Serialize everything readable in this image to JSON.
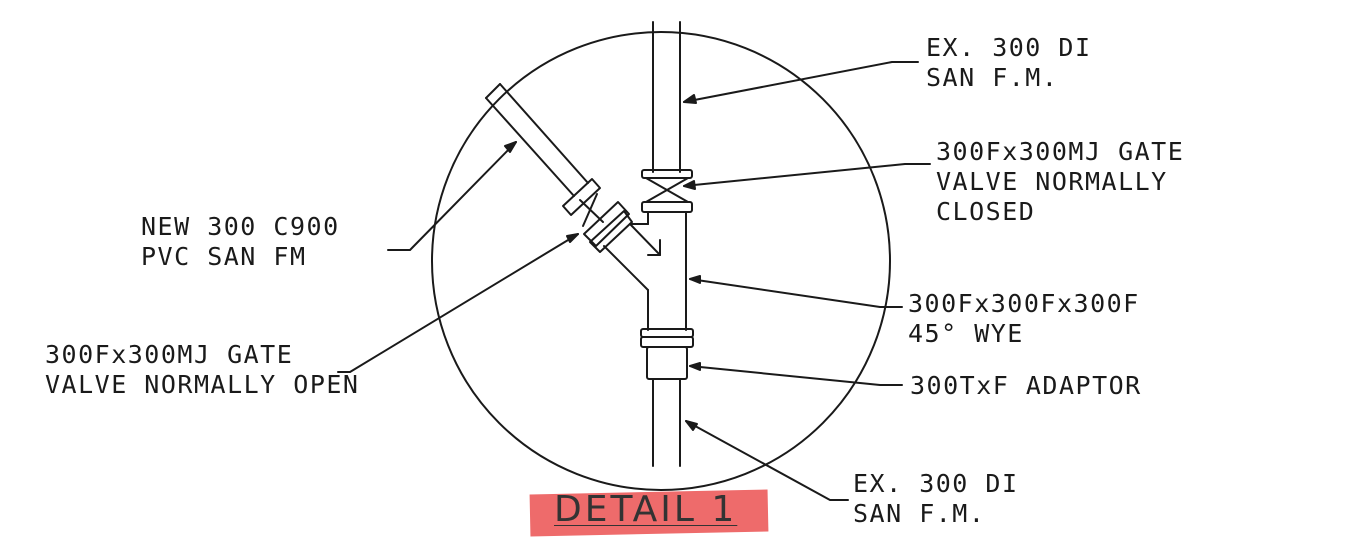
{
  "colors": {
    "line": "#1a1a1a",
    "highlight": "#ee6b6b",
    "background": "#ffffff"
  },
  "callouts": {
    "top_existing_main": {
      "line1": "EX. 300 DI",
      "line2": "SAN F.M."
    },
    "closed_gate_valve": {
      "line1": "300Fx300MJ GATE",
      "line2": "VALVE NORMALLY",
      "line3": "CLOSED"
    },
    "new_pvc_main": {
      "line1": "NEW 300 C900",
      "line2": "PVC SAN FM"
    },
    "open_gate_valve": {
      "line1": "300Fx300MJ GATE",
      "line2": "VALVE NORMALLY OPEN"
    },
    "wye": {
      "line1": "300Fx300Fx300F",
      "line2": "45° WYE"
    },
    "adaptor": {
      "line1": "300TxF ADAPTOR"
    },
    "bottom_existing_main": {
      "line1": "EX. 300 DI",
      "line2": "SAN F.M."
    }
  },
  "detail_title": "DETAIL 1"
}
